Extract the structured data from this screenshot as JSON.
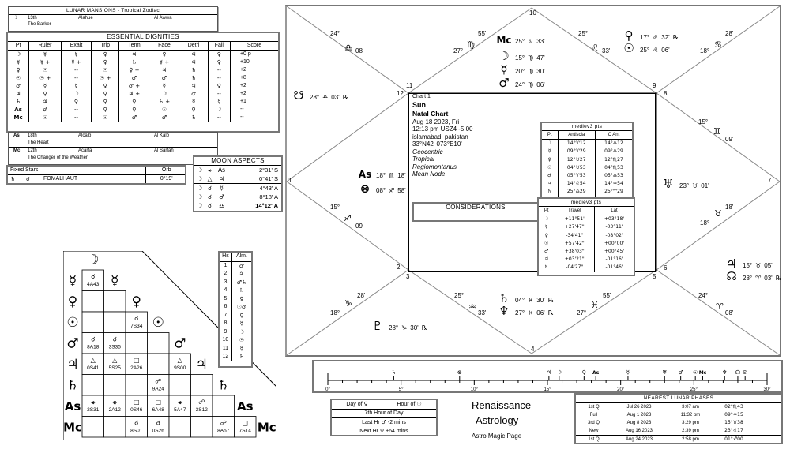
{
  "lunar_mansions": {
    "title": "LUNAR MANSIONS - Tropical Zodiac",
    "entries": [
      {
        "point": "☽",
        "mansion": "13th",
        "name": "Alahue",
        "arabic": "Al Awwa",
        "meaning": "The Barker"
      },
      {
        "point": "As",
        "mansion": "18th",
        "name": "Alcalb",
        "arabic": "Al Kalb",
        "meaning": "The Heart"
      },
      {
        "point": "Mc",
        "mansion": "12th",
        "name": "Acarfa",
        "arabic": "Al Sarfah",
        "meaning": "The Changer of the Weather"
      }
    ]
  },
  "essential_dignities": {
    "title": "ESSENTIAL DIGNITIES",
    "columns": [
      "Pt",
      "Ruler",
      "Exalt",
      "Trip",
      "Term",
      "Face",
      "Detri",
      "Fall",
      "Score"
    ],
    "rows": [
      [
        "☽",
        "☿",
        "☿",
        "♀",
        "♃",
        "♀",
        "♃",
        "♀",
        "+0 p"
      ],
      [
        "☿",
        "☿ +",
        "☿ +",
        "♀",
        "♄",
        "☿ +",
        "♃",
        "♀",
        "+10"
      ],
      [
        "♀",
        "☉",
        "--",
        "☉",
        "♀ +",
        "♃",
        "♄",
        "--",
        "+2"
      ],
      [
        "☉",
        "☉ +",
        "--",
        "☉ +",
        "♂",
        "♂",
        "♄",
        "--",
        "+8"
      ],
      [
        "♂",
        "☿",
        "☿",
        "♀",
        "♂ +",
        "☿",
        "♃",
        "♀",
        "+2"
      ],
      [
        "♃",
        "♀",
        "☽",
        "♀",
        "♃ +",
        "☽",
        "♂",
        "--",
        "+2"
      ],
      [
        "♄",
        "♃",
        "♀",
        "♀",
        "♀",
        "♄ +",
        "☿",
        "☿",
        "+1"
      ],
      [
        "As",
        "♂",
        "--",
        "♀",
        "♀",
        "☉",
        "♀",
        "☽",
        "--"
      ],
      [
        "Mc",
        "☉",
        "--",
        "☉",
        "♂",
        "♂",
        "♄",
        "--",
        "--"
      ]
    ]
  },
  "fixed_stars": {
    "headers": [
      "Fixed Stars",
      "Orb"
    ],
    "rows": [
      {
        "planet": "♄",
        "aspect": "☌",
        "star": "FOMALHAUT",
        "orb": "0°19'"
      }
    ]
  },
  "moon_aspects": {
    "title": "MOON ASPECTS",
    "rows": [
      {
        "p1": "☽",
        "asp": "⚹",
        "p2": "As",
        "orb": "2°31' S"
      },
      {
        "p1": "☽",
        "asp": "△",
        "p2": "♃",
        "orb": "0°41' S"
      },
      {
        "p1": "☽",
        "asp": "☌",
        "p2": "☿",
        "orb": "4°43' A"
      },
      {
        "p1": "☽",
        "asp": "☌",
        "p2": "♂",
        "orb": "8°18' A"
      },
      {
        "p1": "☽",
        "asp": "☌",
        "p2": "♎",
        "orb": "14°12' A"
      }
    ]
  },
  "aspect_grid": {
    "planets": [
      "☽",
      "☿",
      "♀",
      "☉",
      "♂",
      "♃",
      "♄",
      "As",
      "Mc"
    ],
    "cells": [
      {
        "row": 1,
        "col": 0,
        "asp": "☌",
        "val": "4A43"
      },
      {
        "row": 3,
        "col": 2,
        "asp": "☌",
        "val": "7S34"
      },
      {
        "row": 4,
        "col": 0,
        "asp": "☌",
        "val": "8A18"
      },
      {
        "row": 4,
        "col": 1,
        "asp": "☌",
        "val": "3S35"
      },
      {
        "row": 5,
        "col": 0,
        "asp": "△",
        "val": "0S41"
      },
      {
        "row": 5,
        "col": 1,
        "asp": "△",
        "val": "5S25"
      },
      {
        "row": 5,
        "col": 2,
        "asp": "□",
        "val": "2A26"
      },
      {
        "row": 5,
        "col": 4,
        "asp": "△",
        "val": "9S00"
      },
      {
        "row": 6,
        "col": 3,
        "asp": "☍",
        "val": "9A24"
      },
      {
        "row": 7,
        "col": 0,
        "asp": "⚹",
        "val": "2S31"
      },
      {
        "row": 7,
        "col": 1,
        "asp": "⚹",
        "val": "2A12"
      },
      {
        "row": 7,
        "col": 2,
        "asp": "□",
        "val": "0S46"
      },
      {
        "row": 7,
        "col": 3,
        "asp": "□",
        "val": "6A48"
      },
      {
        "row": 7,
        "col": 4,
        "asp": "⚹",
        "val": "5A47"
      },
      {
        "row": 7,
        "col": 5,
        "asp": "☍",
        "val": "3S12"
      },
      {
        "row": 8,
        "col": 2,
        "asp": "☌",
        "val": "8S01"
      },
      {
        "row": 8,
        "col": 3,
        "asp": "☌",
        "val": "0S26"
      },
      {
        "row": 8,
        "col": 6,
        "asp": "☍",
        "val": "8A57"
      },
      {
        "row": 8,
        "col": 7,
        "asp": "□",
        "val": "7S14"
      }
    ]
  },
  "almuten": {
    "headers": [
      "Hs",
      "Alm."
    ],
    "rows": [
      [
        "1",
        "♂"
      ],
      [
        "2",
        "♃"
      ],
      [
        "3",
        "♂♄"
      ],
      [
        "4",
        "♄"
      ],
      [
        "5",
        "♀"
      ],
      [
        "6",
        "☉♂"
      ],
      [
        "7",
        "♀"
      ],
      [
        "8",
        "☿"
      ],
      [
        "9",
        "☽"
      ],
      [
        "10",
        "☉"
      ],
      [
        "11",
        "☿"
      ],
      [
        "12",
        "♄"
      ]
    ]
  },
  "chart": {
    "info": {
      "label": "Chart 1",
      "name": "Sun",
      "type": "Natal Chart",
      "date": "Aug 18 2023, Fri",
      "time": "12:13 pm  USZ4 -5:00",
      "place": "islamabad, pakistan",
      "coords": "33°N42' 073°E10'",
      "settings": [
        "Geocentric",
        "Tropical",
        "Regiomontanus",
        "Mean Node"
      ]
    },
    "house_numbers": [
      "1",
      "2",
      "3",
      "4",
      "5",
      "6",
      "7",
      "8",
      "9",
      "10",
      "11",
      "12"
    ],
    "cusps": [
      {
        "house": 11,
        "deg": "24°",
        "sign": "♎",
        "min": "08'"
      },
      {
        "house": 10,
        "deg": "27°",
        "sign": "♍",
        "min": "55'"
      },
      {
        "house": 9,
        "deg": "25°",
        "sign": "♌",
        "min": "33'"
      },
      {
        "house": 8,
        "deg": "18°",
        "sign": "♋",
        "min": "28'"
      },
      {
        "house": 7,
        "deg": "15°",
        "sign": "♊",
        "min": "09'"
      },
      {
        "house": 6,
        "deg": "18°",
        "sign": "♉",
        "min": "18'"
      },
      {
        "house": 5,
        "deg": "24°",
        "sign": "♈",
        "min": "08'"
      },
      {
        "house": 4,
        "deg": "27°",
        "sign": "♓",
        "min": "55'"
      },
      {
        "house": 3,
        "deg": "25°",
        "sign": "♒",
        "min": "33'"
      },
      {
        "house": 2,
        "deg": "18°",
        "sign": "♑",
        "min": "28'"
      },
      {
        "house": 1,
        "deg": "15°",
        "sign": "♐",
        "min": "09'"
      }
    ],
    "planets": [
      {
        "sym": "Mc",
        "deg": "25°",
        "sign": "♌",
        "min": "33'",
        "retro": ""
      },
      {
        "sym": "☽",
        "deg": "15°",
        "sign": "♍",
        "min": "47'",
        "retro": ""
      },
      {
        "sym": "☿",
        "deg": "20°",
        "sign": "♍",
        "min": "30'",
        "retro": ""
      },
      {
        "sym": "♂",
        "deg": "24°",
        "sign": "♍",
        "min": "06'",
        "retro": ""
      },
      {
        "sym": "♀",
        "deg": "17°",
        "sign": "♌",
        "min": "32'",
        "retro": "℞"
      },
      {
        "sym": "☉",
        "deg": "25°",
        "sign": "♌",
        "min": "06'",
        "retro": ""
      },
      {
        "sym": "☋",
        "deg": "28°",
        "sign": "♎",
        "min": "03'",
        "retro": "℞"
      },
      {
        "sym": "As",
        "deg": "18°",
        "sign": "♏",
        "min": "18'",
        "retro": ""
      },
      {
        "sym": "⊗",
        "deg": "08°",
        "sign": "♐",
        "min": "58'",
        "retro": ""
      },
      {
        "sym": "♅",
        "deg": "23°",
        "sign": "♉",
        "min": "01'",
        "retro": ""
      },
      {
        "sym": "♃",
        "deg": "15°",
        "sign": "♉",
        "min": "05'",
        "retro": ""
      },
      {
        "sym": "☊",
        "deg": "28°",
        "sign": "♈",
        "min": "03'",
        "retro": "℞"
      },
      {
        "sym": "♄",
        "deg": "04°",
        "sign": "♓",
        "min": "30'",
        "retro": "℞"
      },
      {
        "sym": "♆",
        "deg": "27°",
        "sign": "♓",
        "min": "06'",
        "retro": "℞"
      },
      {
        "sym": "♇",
        "deg": "28°",
        "sign": "♑",
        "min": "30'",
        "retro": "℞"
      }
    ],
    "considerations": {
      "title": "CONSIDERATIONS",
      "text": ""
    }
  },
  "antiscia": {
    "title": "mediev3 pts",
    "columns": [
      "Pt",
      "Antiscia",
      "C Ant"
    ],
    "rows": [
      [
        "☽",
        "14°♈12",
        "14°♎12"
      ],
      [
        "☿",
        "09°♈29",
        "09°♎29"
      ],
      [
        "♀",
        "12°♉27",
        "12°♏27"
      ],
      [
        "☉",
        "04°♉53",
        "04°♏53"
      ],
      [
        "♂",
        "05°♈53",
        "05°♎53"
      ],
      [
        "♃",
        "14°♌54",
        "14°♒54"
      ],
      [
        "♄",
        "25°♎29",
        "25°♈29"
      ]
    ]
  },
  "travel": {
    "title": "mediev3 pts",
    "columns": [
      "Pt",
      "Travel",
      "Lat"
    ],
    "rows": [
      [
        "☽",
        "+11°51'",
        "+03°18'"
      ],
      [
        "☿",
        "+27'47\"",
        "-03°11'"
      ],
      [
        "♀",
        "-34'41\"",
        "-08°02'"
      ],
      [
        "☉",
        "+57'42\"",
        "+00°00'"
      ],
      [
        "♂",
        "+38'03\"",
        "+00°45'"
      ],
      [
        "♃",
        "+03'21\"",
        "-01°16'"
      ],
      [
        "♄",
        "-04'27\"",
        "-01°46'"
      ]
    ]
  },
  "degree_ruler": {
    "labels": [
      "0°",
      "5°",
      "10°",
      "15°",
      "20°",
      "25°",
      "30°"
    ],
    "markers": [
      {
        "sym": "♄",
        "deg": 4.5
      },
      {
        "sym": "⊗",
        "deg": 9.0
      },
      {
        "sym": "♃",
        "deg": 15.1
      },
      {
        "sym": "☽",
        "deg": 15.8
      },
      {
        "sym": "♀",
        "deg": 17.5
      },
      {
        "sym": "As",
        "deg": 18.3
      },
      {
        "sym": "☿",
        "deg": 20.5
      },
      {
        "sym": "♅",
        "deg": 23.0
      },
      {
        "sym": "♂",
        "deg": 24.1
      },
      {
        "sym": "☉",
        "deg": 25.1
      },
      {
        "sym": "Mc",
        "deg": 25.6
      },
      {
        "sym": "♆",
        "deg": 27.1
      },
      {
        "sym": "☊",
        "deg": 28.0
      },
      {
        "sym": "♇",
        "deg": 28.5
      }
    ]
  },
  "day_hour": {
    "day_label": "Day of",
    "day_planet": "♀",
    "hour_label": "Hour of",
    "hour_planet": "☉",
    "hour_of_day": "7th Hour of Day",
    "last_hr": {
      "label": "Last Hr",
      "planet": "♂",
      "value": "-2 mins"
    },
    "next_hr": {
      "label": "Next Hr",
      "planet": "♀",
      "value": "+64 mins"
    }
  },
  "brand": {
    "line1": "Renaissance",
    "line2": "Astrology",
    "line3": "Astro Magic Page"
  },
  "lunar_phases": {
    "title": "NEAREST LUNAR PHASES",
    "rows": [
      [
        "1st Q",
        "Jul 26 2023",
        "3:07 am",
        "02°♏43"
      ],
      [
        "Full",
        "Aug 1 2023",
        "11:32 pm",
        "09°♒15"
      ],
      [
        "3rd Q",
        "Aug 8 2023",
        "3:29 pm",
        "15°♉38"
      ],
      [
        "New",
        "Aug 16 2023",
        "2:39 pm",
        "23°♌17"
      ],
      [
        "1st Q",
        "Aug 24 2023",
        "2:58 pm",
        "01°♐00"
      ]
    ]
  }
}
